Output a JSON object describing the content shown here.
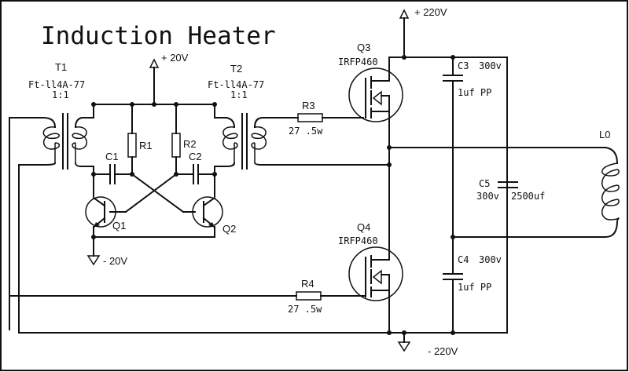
{
  "title": "Induction Heater",
  "rails": {
    "pos20": "+ 20V",
    "neg20": "- 20V",
    "pos220": "+ 220V",
    "neg220": "- 220V"
  },
  "components": {
    "t1": {
      "ref": "T1",
      "part": "Ft-ll4A-77",
      "ratio": "1:1"
    },
    "t2": {
      "ref": "T2",
      "part": "Ft-ll4A-77",
      "ratio": "1:1"
    },
    "r1": {
      "ref": "R1"
    },
    "r2": {
      "ref": "R2"
    },
    "c1": {
      "ref": "C1"
    },
    "c2": {
      "ref": "C2"
    },
    "q1": {
      "ref": "Q1"
    },
    "q2": {
      "ref": "Q2"
    },
    "r3": {
      "ref": "R3",
      "value": "27 .5w"
    },
    "r4": {
      "ref": "R4",
      "value": "27 .5w"
    },
    "q3": {
      "ref": "Q3",
      "part": "IRFP460"
    },
    "q4": {
      "ref": "Q4",
      "part": "IRFP460"
    },
    "c3": {
      "ref": "C3",
      "voltage": "300v",
      "value": "1uf PP"
    },
    "c4": {
      "ref": "C4",
      "voltage": "300v",
      "value": "1uf PP"
    },
    "c5": {
      "ref": "C5",
      "voltage": "300v",
      "value": "2500uf"
    },
    "l0": {
      "ref": "L0"
    }
  }
}
